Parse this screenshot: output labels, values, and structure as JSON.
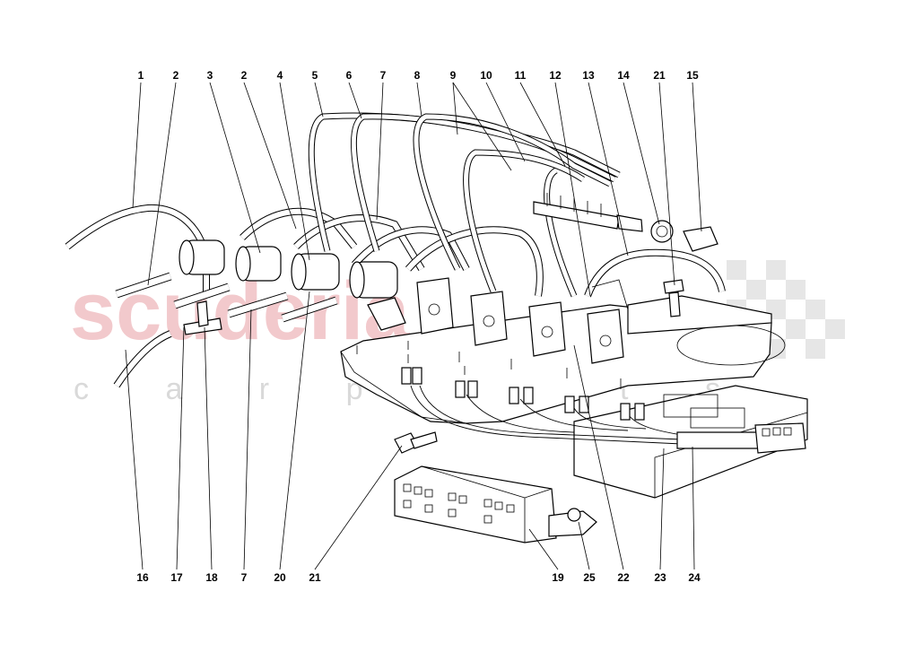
{
  "watermark": {
    "brand": "scuderia",
    "sub": "c a r   p a r t s"
  },
  "labels_top": [
    "1",
    "2",
    "3",
    "2",
    "4",
    "5",
    "6",
    "7",
    "8",
    "9",
    "10",
    "11",
    "12",
    "13",
    "14",
    "21",
    "15"
  ],
  "labels_bottom": [
    "16",
    "17",
    "18",
    "7",
    "20",
    "21",
    "19",
    "25",
    "22",
    "23",
    "24"
  ],
  "colors": {
    "line": "#000000",
    "watermark_red": "#f2c9cc",
    "watermark_grey": "#d9d9d9",
    "checker": "#e3e3e3"
  }
}
